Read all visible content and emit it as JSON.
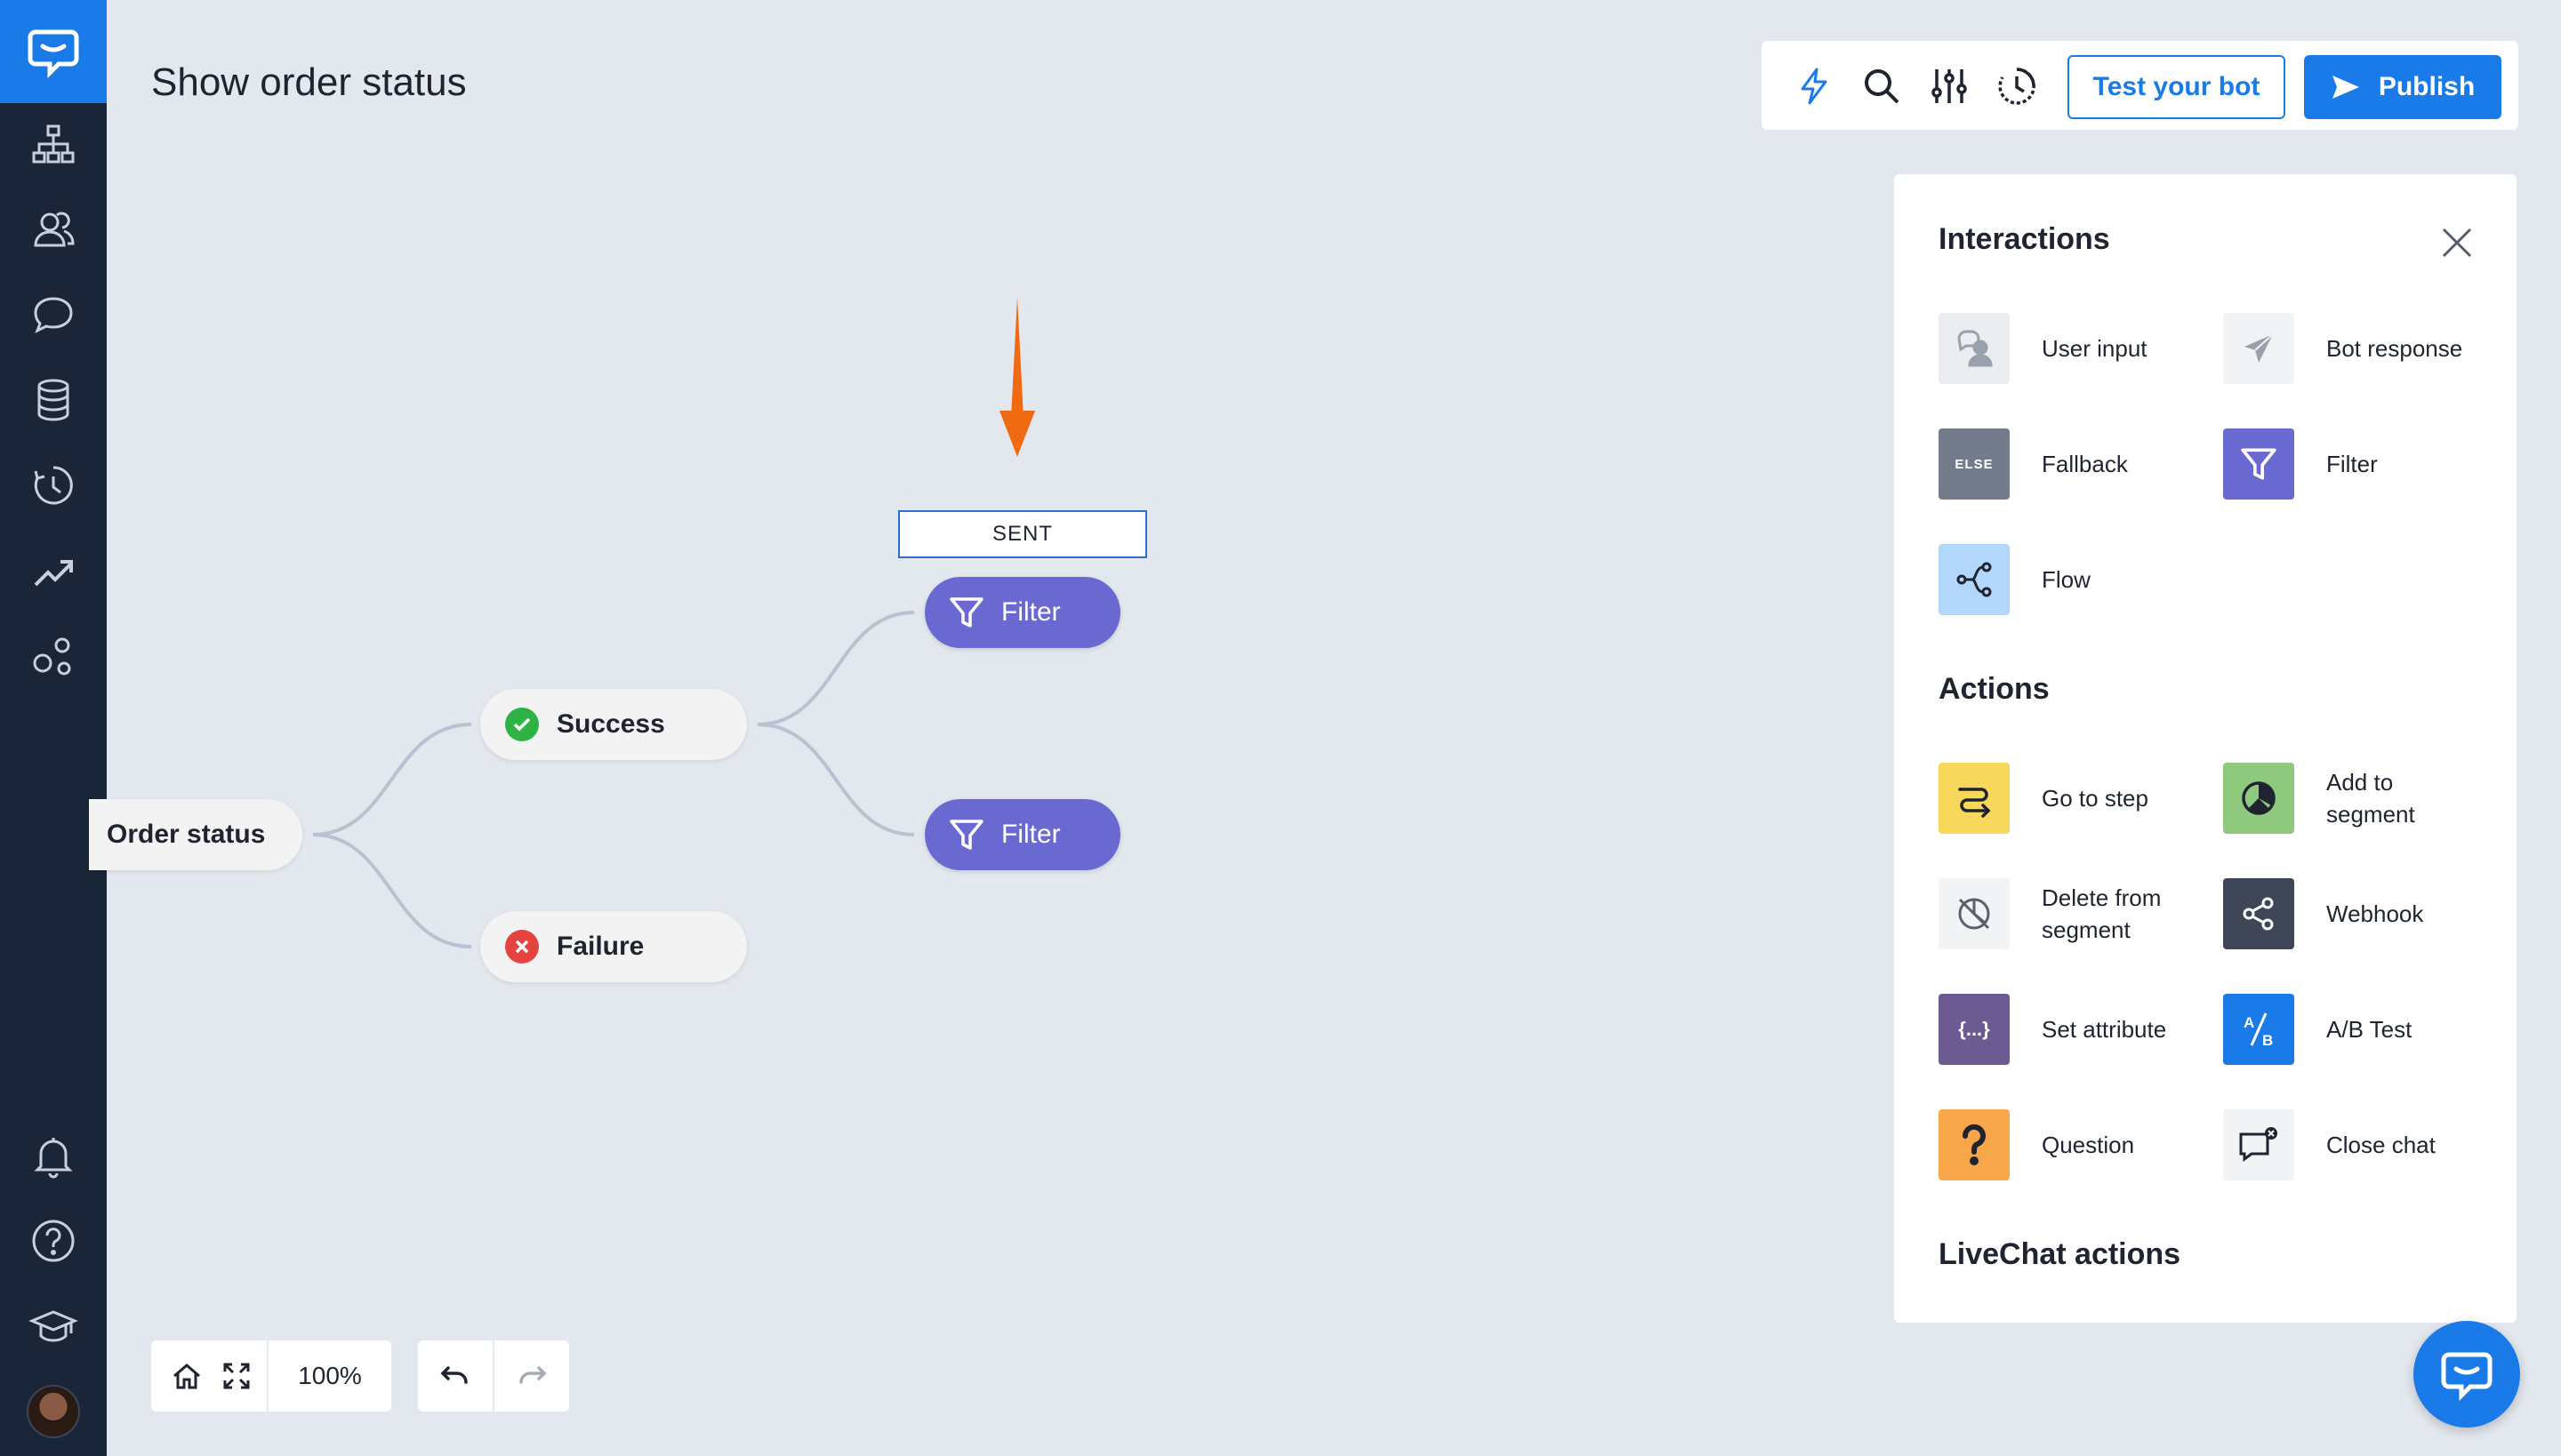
{
  "page": {
    "title": "Show order status"
  },
  "toolbar": {
    "test_label": "Test your bot",
    "publish_label": "Publish"
  },
  "canvas": {
    "nodes": {
      "order_status": "Order status",
      "success": "Success",
      "failure": "Failure",
      "filter_1": "Filter",
      "filter_2": "Filter"
    },
    "sent_label": "SENT"
  },
  "panel": {
    "interactions_title": "Interactions",
    "actions_title": "Actions",
    "livechat_title": "LiveChat actions",
    "interactions": [
      {
        "label": "User input",
        "icon": "user-input-icon",
        "color": "#ebedf0"
      },
      {
        "label": "Bot response",
        "icon": "paper-plane-icon",
        "color": "#f2f3f5"
      },
      {
        "label": "Fallback",
        "icon": "else-icon",
        "color": "#747b8a"
      },
      {
        "label": "Filter",
        "icon": "filter-icon",
        "color": "#6a69d1"
      },
      {
        "label": "Flow",
        "icon": "flow-icon",
        "color": "#b3d6fb"
      }
    ],
    "actions": [
      {
        "label": "Go to step",
        "icon": "go-to-step-icon",
        "color": "#f7d85a"
      },
      {
        "label": "Add to segment",
        "icon": "add-segment-icon",
        "color": "#8fc97e"
      },
      {
        "label": "Delete from segment",
        "icon": "delete-segment-icon",
        "color": "#f2f3f5"
      },
      {
        "label": "Webhook",
        "icon": "webhook-icon",
        "color": "#3f4658"
      },
      {
        "label": "Set attribute",
        "icon": "set-attribute-icon",
        "color": "#6c5a93"
      },
      {
        "label": "A/B Test",
        "icon": "ab-test-icon",
        "color": "#1a7ae8"
      },
      {
        "label": "Question",
        "icon": "question-icon",
        "color": "#f7a64a"
      },
      {
        "label": "Close chat",
        "icon": "close-chat-icon",
        "color": "#f2f3f5"
      }
    ],
    "else_text": "ELSE",
    "attr_text": "{...}"
  },
  "controls": {
    "zoom": "100%"
  },
  "colors": {
    "accent": "#1a7ae8",
    "sidebar": "#1b2538",
    "filter": "#6a69d1",
    "arrow": "#f06a12"
  }
}
